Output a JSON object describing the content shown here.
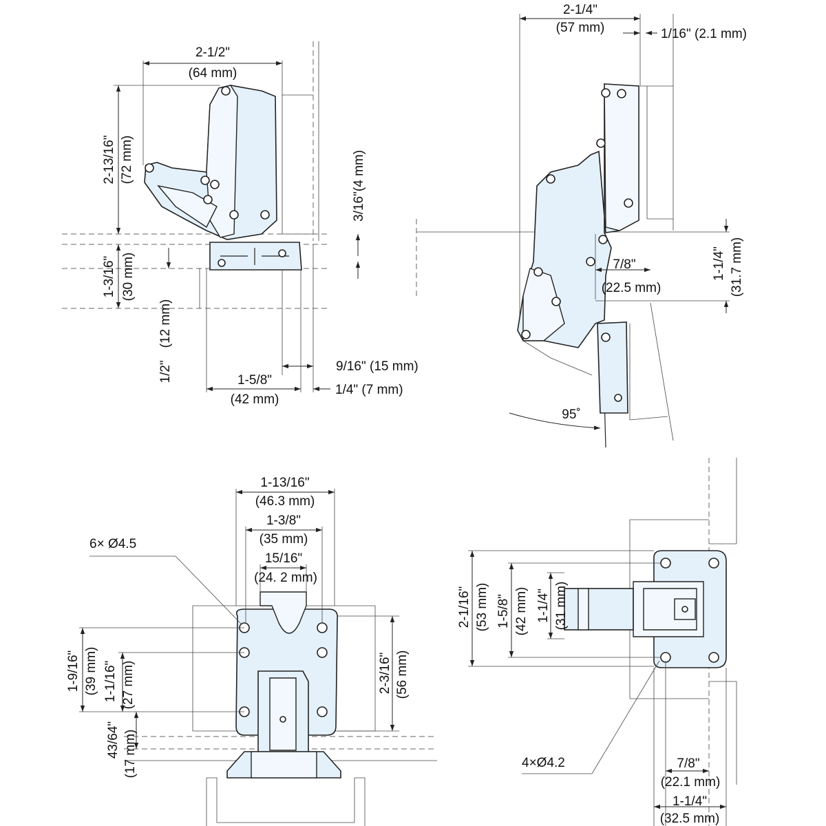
{
  "labels": {
    "tl_w_in": "2-1/2\"",
    "tl_w_mm": "(64 mm)",
    "tl_h_in": "2-13/16\"",
    "tl_h_mm": "(72 mm)",
    "tl_off_in": "3/16\"",
    "tl_off_mm": "(4 mm)",
    "tl_b_in": "1-3/16\"",
    "tl_b_mm": "(30 mm)",
    "tl_c_in": "1/2\"",
    "tl_c_mm": "(12 mm)",
    "tl_d": "9/16\" (15 mm)",
    "tl_e_in": "1-5/8\"",
    "tl_e_mm": "(42 mm)",
    "tl_f": "1/4\" (7 mm)",
    "tr_w_in": "2-1/4\"",
    "tr_w_mm": "(57 mm)",
    "tr_t": "1/16\" (2.1 mm)",
    "tr_a_in": "7/8\"",
    "tr_a_mm": "(22.5 mm)",
    "tr_b_in": "1-1/4\"",
    "tr_b_mm": "(31.7 mm)",
    "tr_angle": "95˚",
    "bl_w1_in": "1-13/16\"",
    "bl_w1_mm": "(46.3 mm)",
    "bl_w2_in": "1-3/8\"",
    "bl_w2_mm": "(35 mm)",
    "bl_w3_in": "15/16\"",
    "bl_w3_mm": "(24. 2 mm)",
    "bl_holes": "6× Ø4.5",
    "bl_h1_in": "1-9/16\"",
    "bl_h1_mm": "(39 mm)",
    "bl_h2_in": "1-1/16\"",
    "bl_h2_mm": "(27 mm)",
    "bl_h3_in": "43/64\"",
    "bl_h3_mm": "(17 mm)",
    "bl_h4_in": "2-3/16\"",
    "bl_h4_mm": "(56 mm)",
    "br_h1_in": "2-1/16\"",
    "br_h1_mm": "(53 mm)",
    "br_h2_in": "1-5/8\"",
    "br_h2_mm": "(42 mm)",
    "br_h3_in": "1-1/4\"",
    "br_h3_mm": "(31 mm)",
    "br_holes": "4×Ø4.2",
    "br_w1_in": "7/8\"",
    "br_w1_mm": "(22.1 mm)",
    "br_w2_in": "1-1/4\"",
    "br_w2_mm": "(32.5 mm)"
  }
}
